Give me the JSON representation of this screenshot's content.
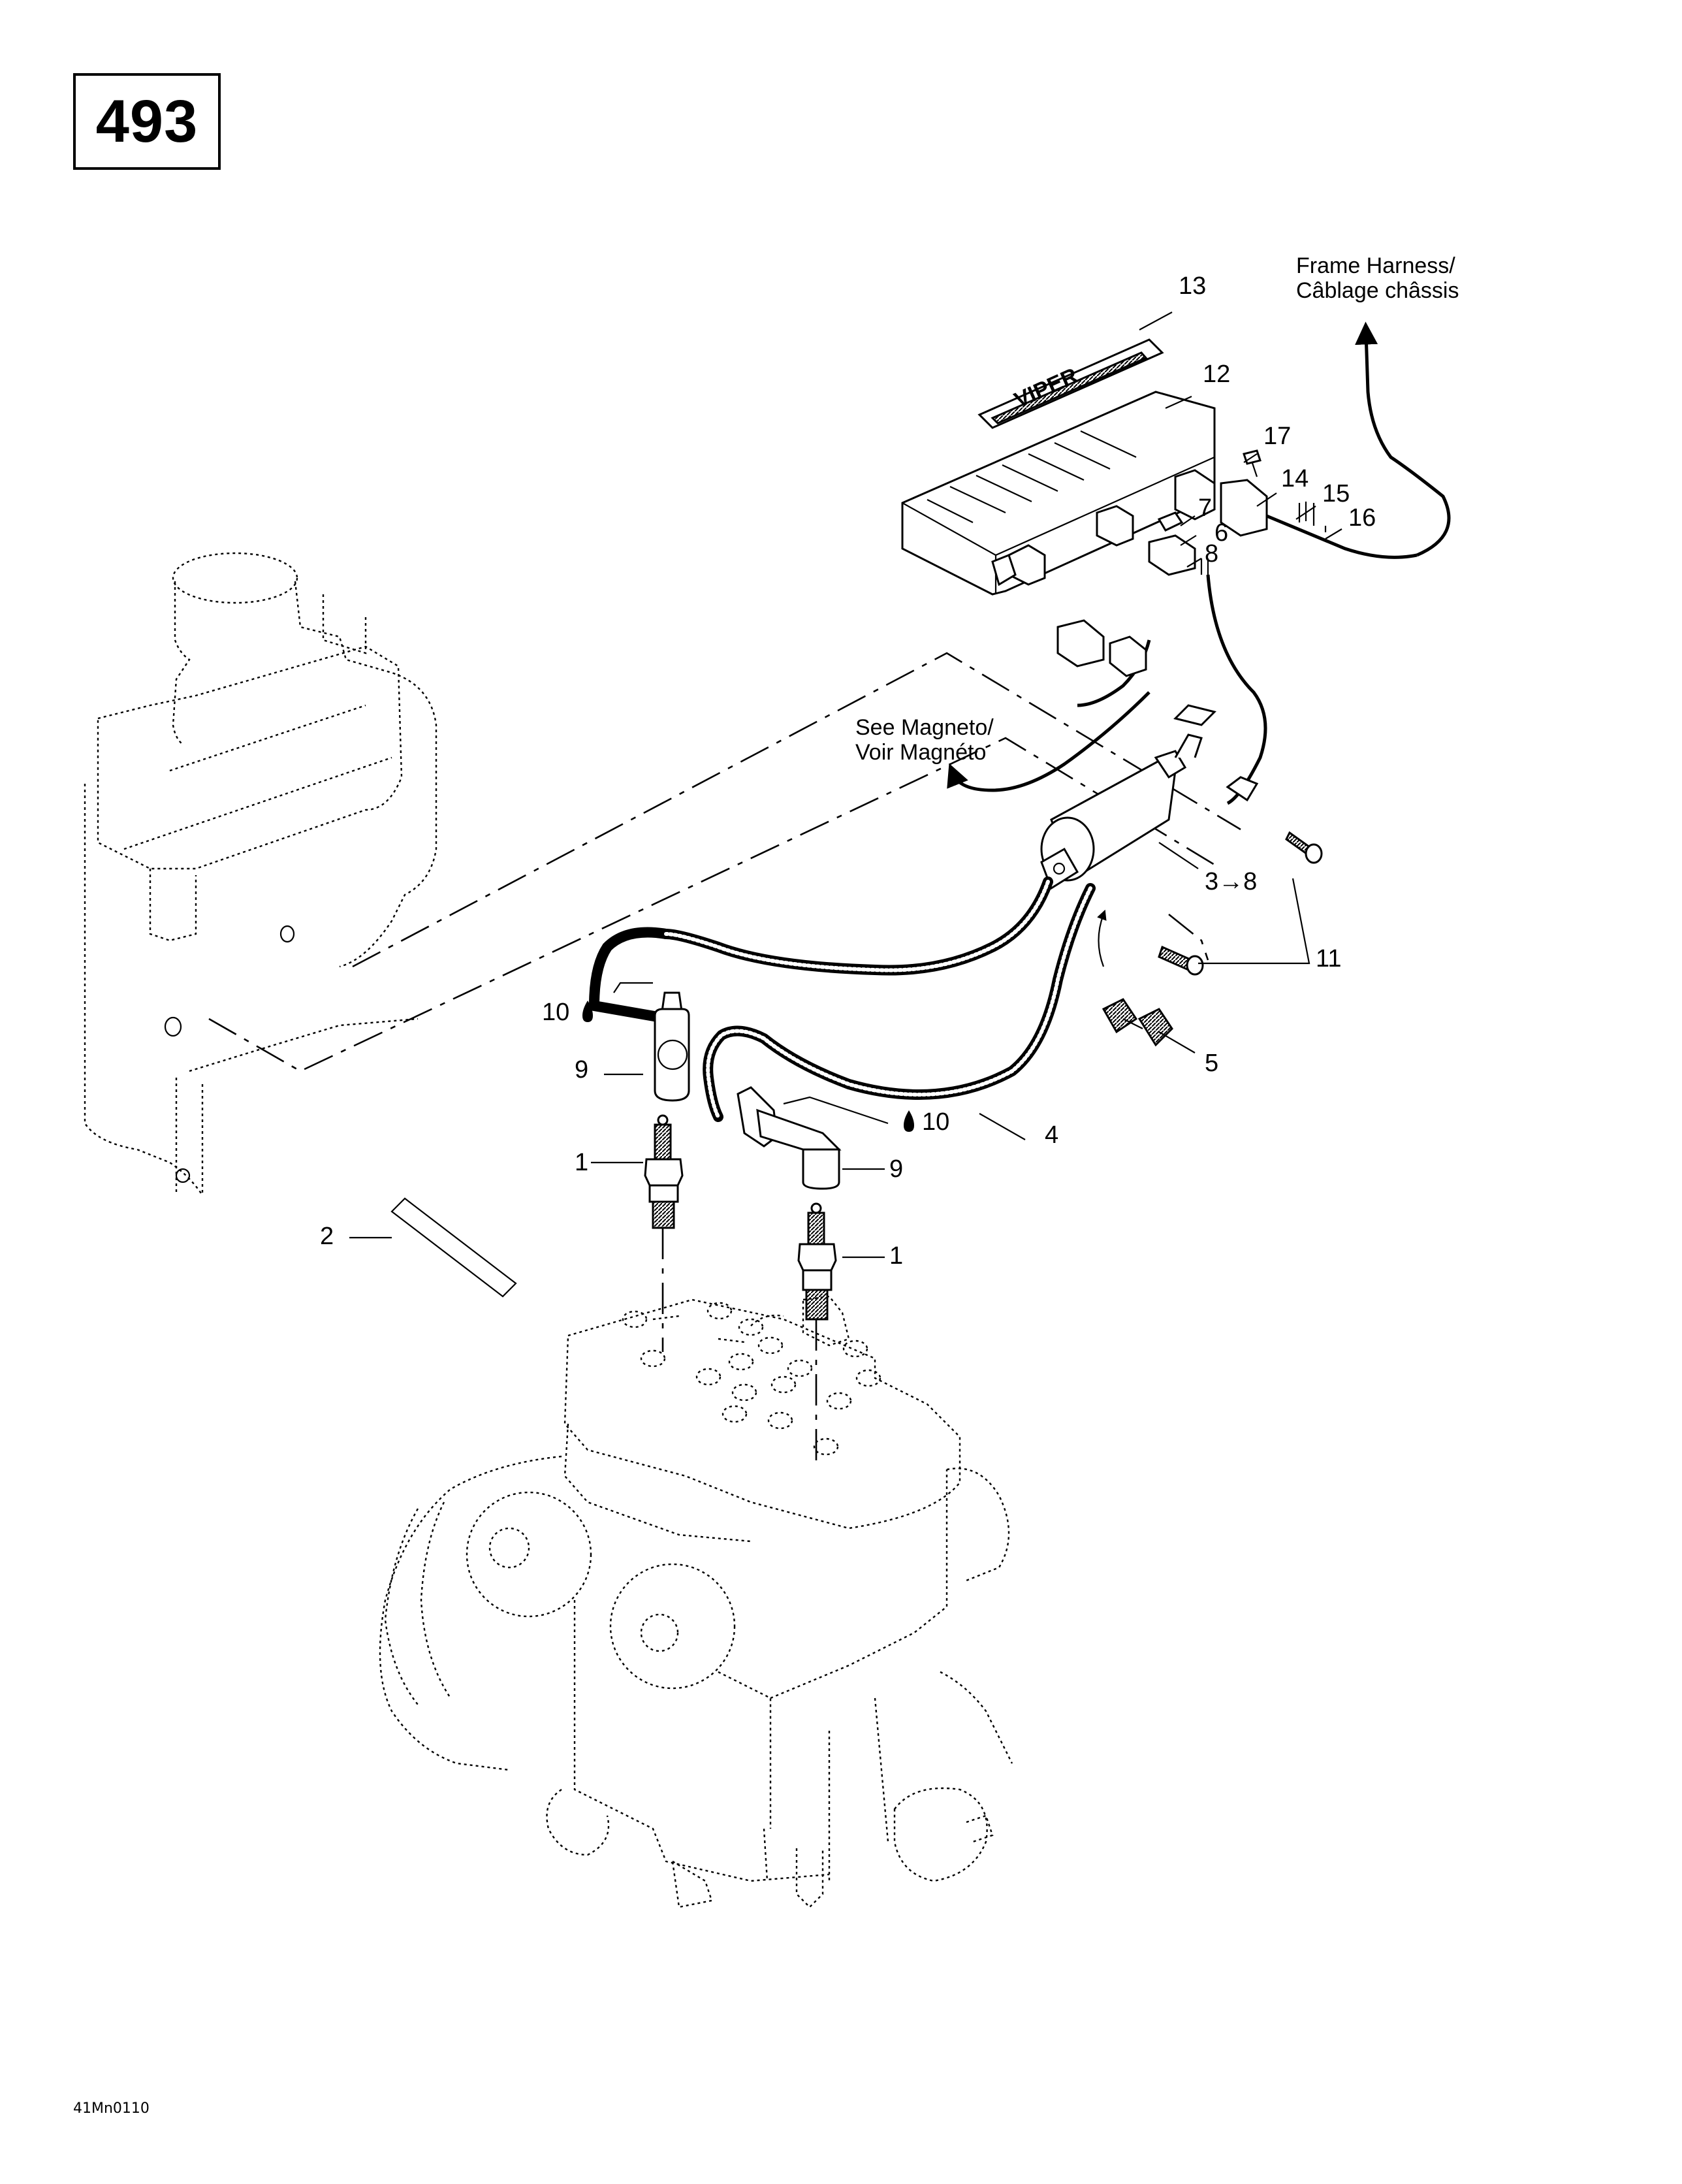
{
  "page": {
    "number": "493",
    "figure_code": "41Mn0110"
  },
  "notes": {
    "frame_harness_line1": "Frame Harness/",
    "frame_harness_line2": "Câblage châssis",
    "magneto_line1": "See Magneto/",
    "magneto_line2": "Voir Magnéto"
  },
  "callouts": [
    {
      "id": "1a",
      "label": "1",
      "part": "spark-plug"
    },
    {
      "id": "1b",
      "label": "1",
      "part": "spark-plug"
    },
    {
      "id": "2",
      "label": "2",
      "part": "label-strip"
    },
    {
      "id": "3-8",
      "label": "3→8",
      "part": "ignition-coil-assembly"
    },
    {
      "id": "4",
      "label": "4",
      "part": "high-tension-cable"
    },
    {
      "id": "5",
      "label": "5",
      "part": "cable-clamp"
    },
    {
      "id": "6",
      "label": "6",
      "part": "connector-housing"
    },
    {
      "id": "7",
      "label": "7",
      "part": "connector-lock"
    },
    {
      "id": "8",
      "label": "8",
      "part": "terminal-pin"
    },
    {
      "id": "9a",
      "label": "9",
      "part": "spark-plug-cap"
    },
    {
      "id": "9b",
      "label": "9",
      "part": "spark-plug-cap"
    },
    {
      "id": "10a",
      "label": "10",
      "part": "dielectric-grease",
      "symbol": "drop-icon"
    },
    {
      "id": "10b",
      "label": "10",
      "part": "dielectric-grease",
      "symbol": "drop-icon"
    },
    {
      "id": "11",
      "label": "11",
      "part": "screws"
    },
    {
      "id": "12",
      "label": "12",
      "part": "electronic-module"
    },
    {
      "id": "13",
      "label": "13",
      "part": "decal"
    },
    {
      "id": "14",
      "label": "14",
      "part": "harness-connector"
    },
    {
      "id": "15",
      "label": "15",
      "part": "terminal-pins"
    },
    {
      "id": "16",
      "label": "16",
      "part": "seal-plug"
    },
    {
      "id": "17",
      "label": "17",
      "part": "push-rivet"
    }
  ]
}
